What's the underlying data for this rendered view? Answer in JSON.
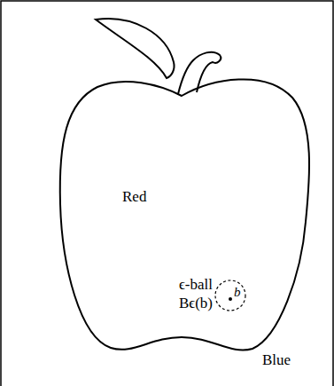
{
  "diagram": {
    "nodes": [
      {
        "text": [
          "Blue"
        ]
      },
      {
        "text": [
          "Red"
        ],
        "in": 0
      },
      {
        "text": [
          "b"
        ],
        "in": 1
      }
    ],
    "labels": [
      "ϵ-ball",
      "Bϵ(b)"
    ]
  }
}
